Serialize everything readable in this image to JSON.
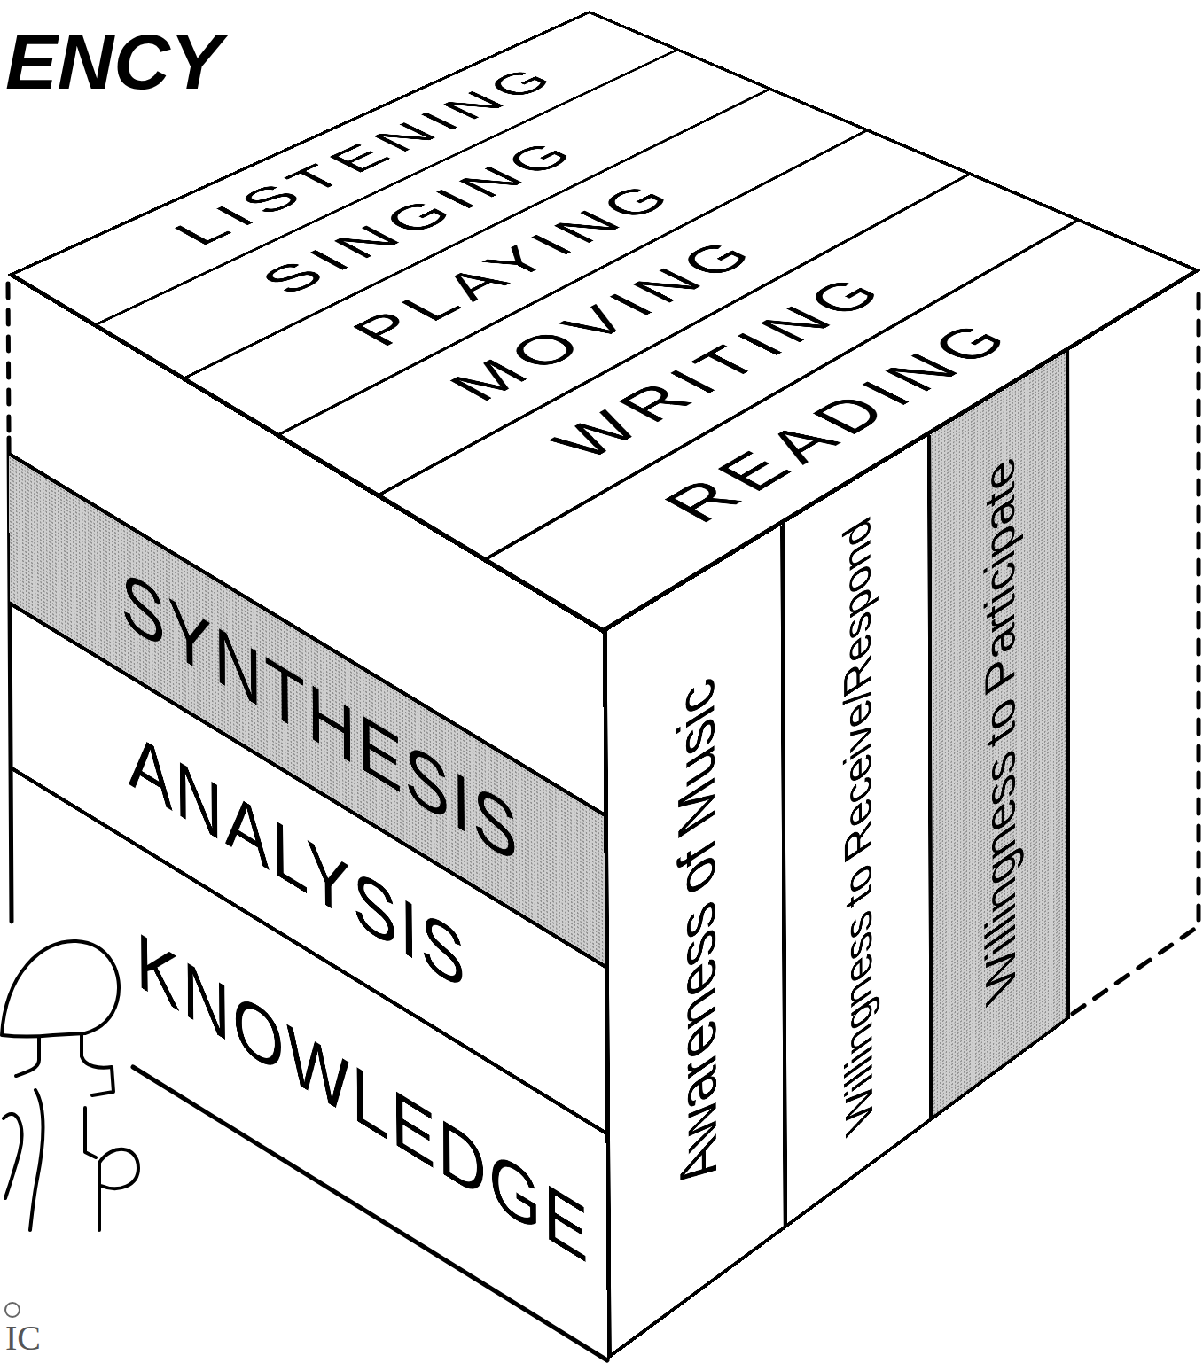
{
  "diagram": {
    "title": "ENCY",
    "nodes": [
      {
        "text": [
          "LISTENING"
        ]
      },
      {
        "text": [
          "SINGING"
        ]
      },
      {
        "text": [
          "PLAYING"
        ]
      },
      {
        "text": [
          "MOVING"
        ]
      },
      {
        "text": [
          "WRITING"
        ]
      },
      {
        "text": [
          "READING"
        ]
      },
      {
        "text": [
          "SYNTHESIS"
        ]
      },
      {
        "text": [
          "ANALYSIS"
        ]
      },
      {
        "text": [
          "KNOWLEDGE"
        ]
      },
      {
        "text": [
          "Awareness of Music"
        ]
      },
      {
        "text": [
          "Willingness to Receive/Respond"
        ]
      },
      {
        "text": [
          "Willingness to Participate"
        ]
      }
    ],
    "labels": [
      "IC"
    ]
  }
}
